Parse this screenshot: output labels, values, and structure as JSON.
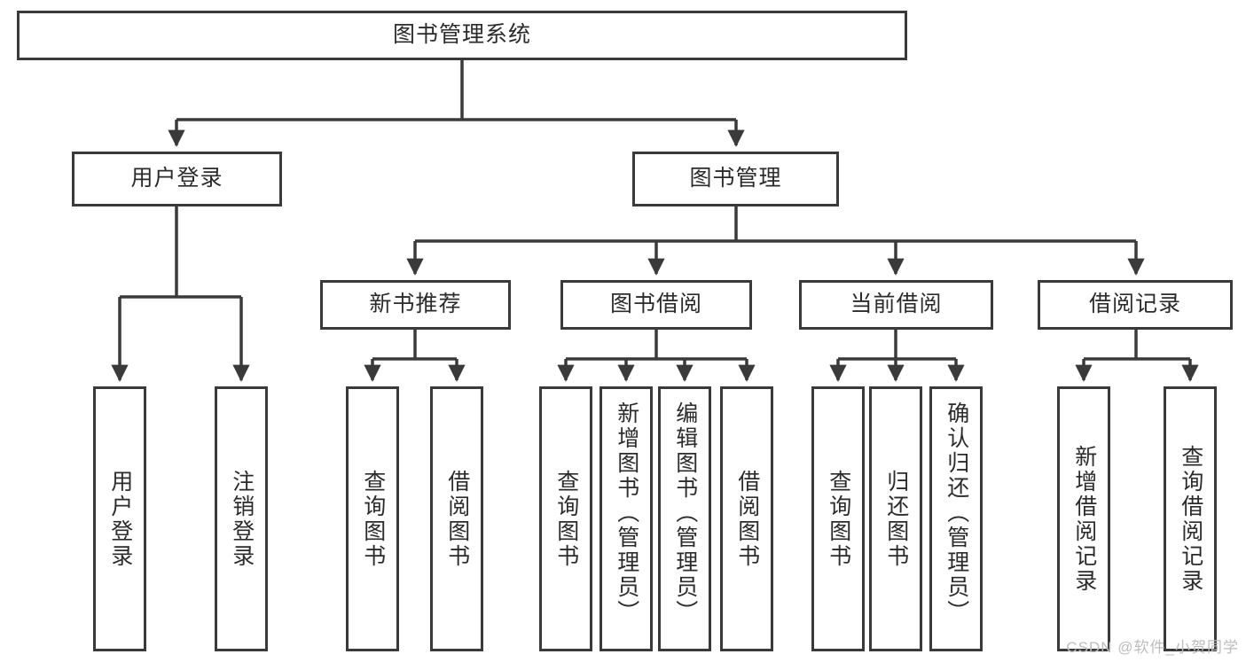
{
  "diagram": {
    "title": "图书管理系统",
    "watermark": "CSDN @软件_小贺同学",
    "colors": {
      "box_border": "#3a3a3a",
      "line": "#3a3a3a",
      "text": "#2b2b2b",
      "background": "#ffffff",
      "watermark": "#bdbdbd"
    },
    "root": {
      "label": "图书管理系统"
    },
    "level1": [
      {
        "label": "用户登录"
      },
      {
        "label": "图书管理"
      }
    ],
    "level2": [
      {
        "label": "新书推荐"
      },
      {
        "label": "图书借阅"
      },
      {
        "label": "当前借阅"
      },
      {
        "label": "借阅记录"
      }
    ],
    "leaves": {
      "user_login": [
        {
          "label": "用户登录"
        },
        {
          "label": "注销登录"
        }
      ],
      "new_book": [
        {
          "label": "查询图书"
        },
        {
          "label": "借阅图书"
        }
      ],
      "book_borrow": [
        {
          "label": "查询图书"
        },
        {
          "label": "新增图书（管理员）"
        },
        {
          "label": "编辑图书（管理员）"
        },
        {
          "label": "借阅图书"
        }
      ],
      "current_borrow": [
        {
          "label": "查询图书"
        },
        {
          "label": "归还图书"
        },
        {
          "label": "确认归还（管理员）"
        }
      ],
      "borrow_record": [
        {
          "label": "新增借阅记录"
        },
        {
          "label": "查询借阅记录"
        }
      ]
    }
  }
}
